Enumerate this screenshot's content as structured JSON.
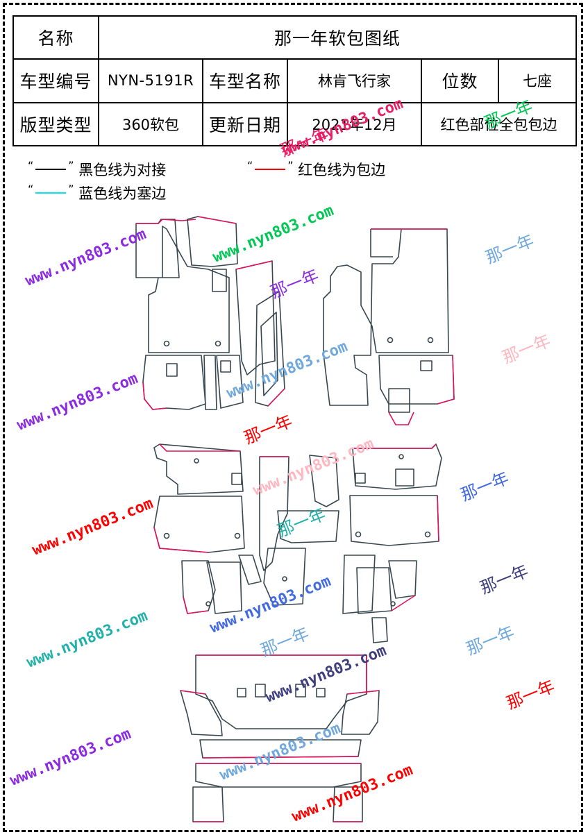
{
  "header": {
    "name_label": "名称",
    "name_value": "那一年软包图纸",
    "model_code_label": "车型编号",
    "model_code_value": "NYN-5191R",
    "model_name_label": "车型名称",
    "model_name_value": "林肯飞行家",
    "seats_label": "位数",
    "seats_value": "七座",
    "type_label": "版型类型",
    "type_value": "360软包",
    "date_label": "更新日期",
    "date_value": "2021年12月",
    "note_value": "红色部位全包包边"
  },
  "legend": {
    "black_open": "“",
    "black_close": "”",
    "black_text": "黑色线为对接",
    "black_color": "#000000",
    "red_open": "“",
    "red_close": "”",
    "red_text": "红色线为包边",
    "red_color": "#ff0000",
    "blue_open": "“",
    "blue_close": "”",
    "blue_text": "蓝色线为塞边",
    "blue_color": "#00e5ee"
  },
  "pattern_colors": {
    "outline_dark": "#37474f",
    "outline_red": "#e0115f",
    "outline_pink": "#d6336c"
  },
  "watermarks": {
    "url": "www.nyn803.com",
    "brand": "那一年",
    "colors": [
      "#8a2be2",
      "#ff0000",
      "#00c853",
      "#6fa8dc",
      "#e91e63",
      "#ffb6c1",
      "#4169e1",
      "#20b2aa",
      "#ff69b4",
      "#3f3f7f"
    ]
  }
}
